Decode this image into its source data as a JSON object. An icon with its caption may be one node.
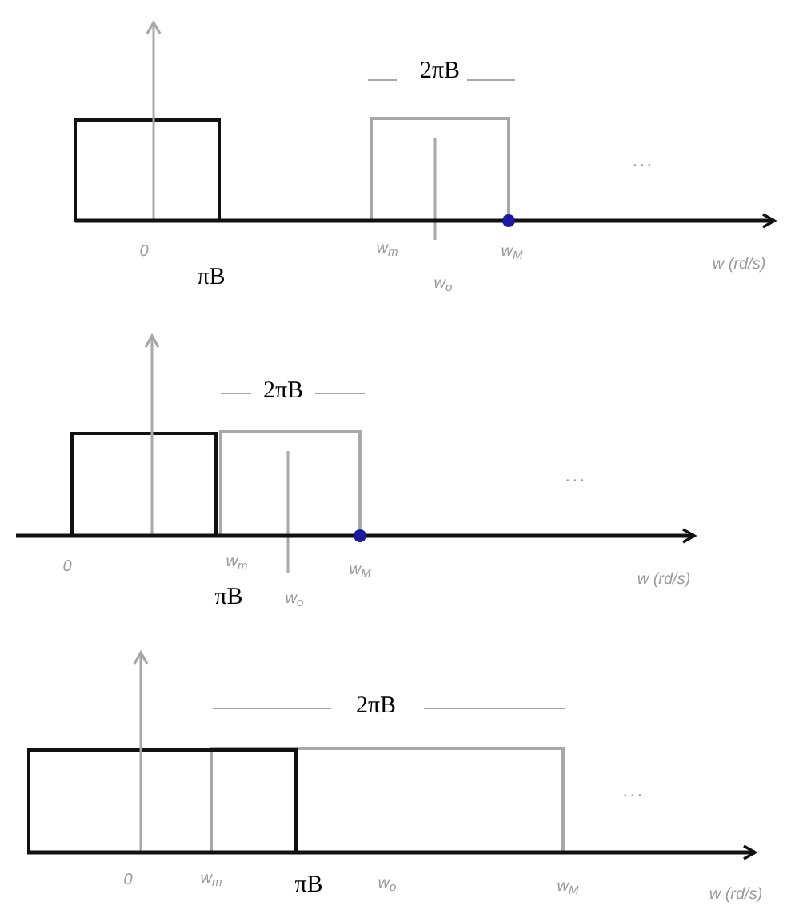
{
  "diagram": {
    "labels": [
      "2πB",
      "...",
      "0",
      "w$_{m}$",
      "w$_{M}$",
      "πB",
      "w$_{o}$",
      "w (rd/s)",
      "2πB",
      "...",
      "0",
      "w$_{m}$",
      "w$_{M}$",
      "πB",
      "w$_{o}$",
      "w (rd/s)",
      "2πB",
      "...",
      "0",
      "w$_{m}$",
      "πB",
      "w$_{o}$",
      "w$_{M}$",
      "w (rd/s)"
    ]
  }
}
